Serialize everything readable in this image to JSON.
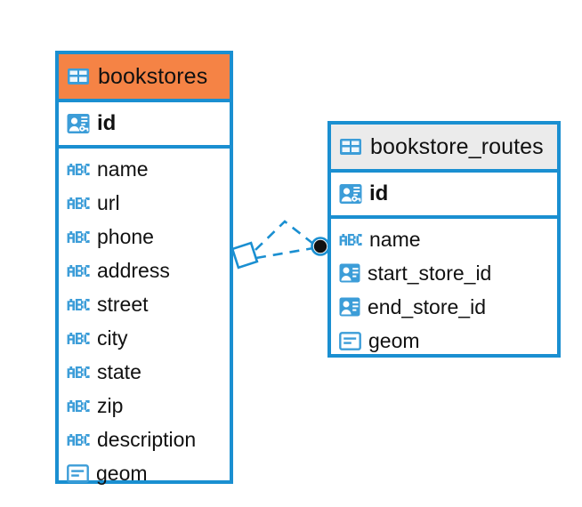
{
  "diagram": {
    "kind": "entity-relationship-diagram",
    "background": "#FFFFFF",
    "colors": {
      "border": "#1A8FD1",
      "icon": "#3C9DD8",
      "header_highlight": "#F58345",
      "header_default": "#EBEBEB",
      "text": "#111111",
      "connector": "#1A8FD1",
      "connector_endpoint": "#111111"
    }
  },
  "tables": [
    {
      "id": "bookstores",
      "name": "bookstores",
      "header_color": "#F58345",
      "selected": true,
      "header_icon": "table-grid-icon",
      "primary_key": {
        "name": "id",
        "icon": "primary-key-icon",
        "type_hint": "serial"
      },
      "fields": [
        {
          "name": "name",
          "icon": "text-abc-icon",
          "type_hint": "text"
        },
        {
          "name": "url",
          "icon": "text-abc-icon",
          "type_hint": "text"
        },
        {
          "name": "phone",
          "icon": "text-abc-icon",
          "type_hint": "text"
        },
        {
          "name": "address",
          "icon": "text-abc-icon",
          "type_hint": "text"
        },
        {
          "name": "street",
          "icon": "text-abc-icon",
          "type_hint": "text"
        },
        {
          "name": "city",
          "icon": "text-abc-icon",
          "type_hint": "text"
        },
        {
          "name": "state",
          "icon": "text-abc-icon",
          "type_hint": "text"
        },
        {
          "name": "zip",
          "icon": "text-abc-icon",
          "type_hint": "text"
        },
        {
          "name": "description",
          "icon": "text-abc-icon",
          "type_hint": "text"
        },
        {
          "name": "geom",
          "icon": "geometry-icon",
          "type_hint": "geometry"
        }
      ]
    },
    {
      "id": "bookstore_routes",
      "name": "bookstore_routes",
      "header_color": "#EBEBEB",
      "selected": false,
      "header_icon": "table-grid-icon",
      "primary_key": {
        "name": "id",
        "icon": "primary-key-icon",
        "type_hint": "serial"
      },
      "fields": [
        {
          "name": "name",
          "icon": "text-abc-icon",
          "type_hint": "text"
        },
        {
          "name": "start_store_id",
          "icon": "foreign-key-icon",
          "type_hint": "integer"
        },
        {
          "name": "end_store_id",
          "icon": "foreign-key-icon",
          "type_hint": "integer"
        },
        {
          "name": "geom",
          "icon": "geometry-icon",
          "type_hint": "geometry"
        }
      ]
    }
  ],
  "relationships": [
    {
      "id": "rel-start-store",
      "from_table": "bookstores",
      "from_field": "id",
      "to_table": "bookstore_routes",
      "to_field": "start_store_id",
      "line_style": "dashed",
      "source_marker": "diamond-outline",
      "target_marker": "filled-circle"
    },
    {
      "id": "rel-end-store",
      "from_table": "bookstores",
      "from_field": "id",
      "to_table": "bookstore_routes",
      "to_field": "end_store_id",
      "line_style": "dashed",
      "source_marker": "diamond-outline",
      "target_marker": "filled-circle"
    }
  ]
}
